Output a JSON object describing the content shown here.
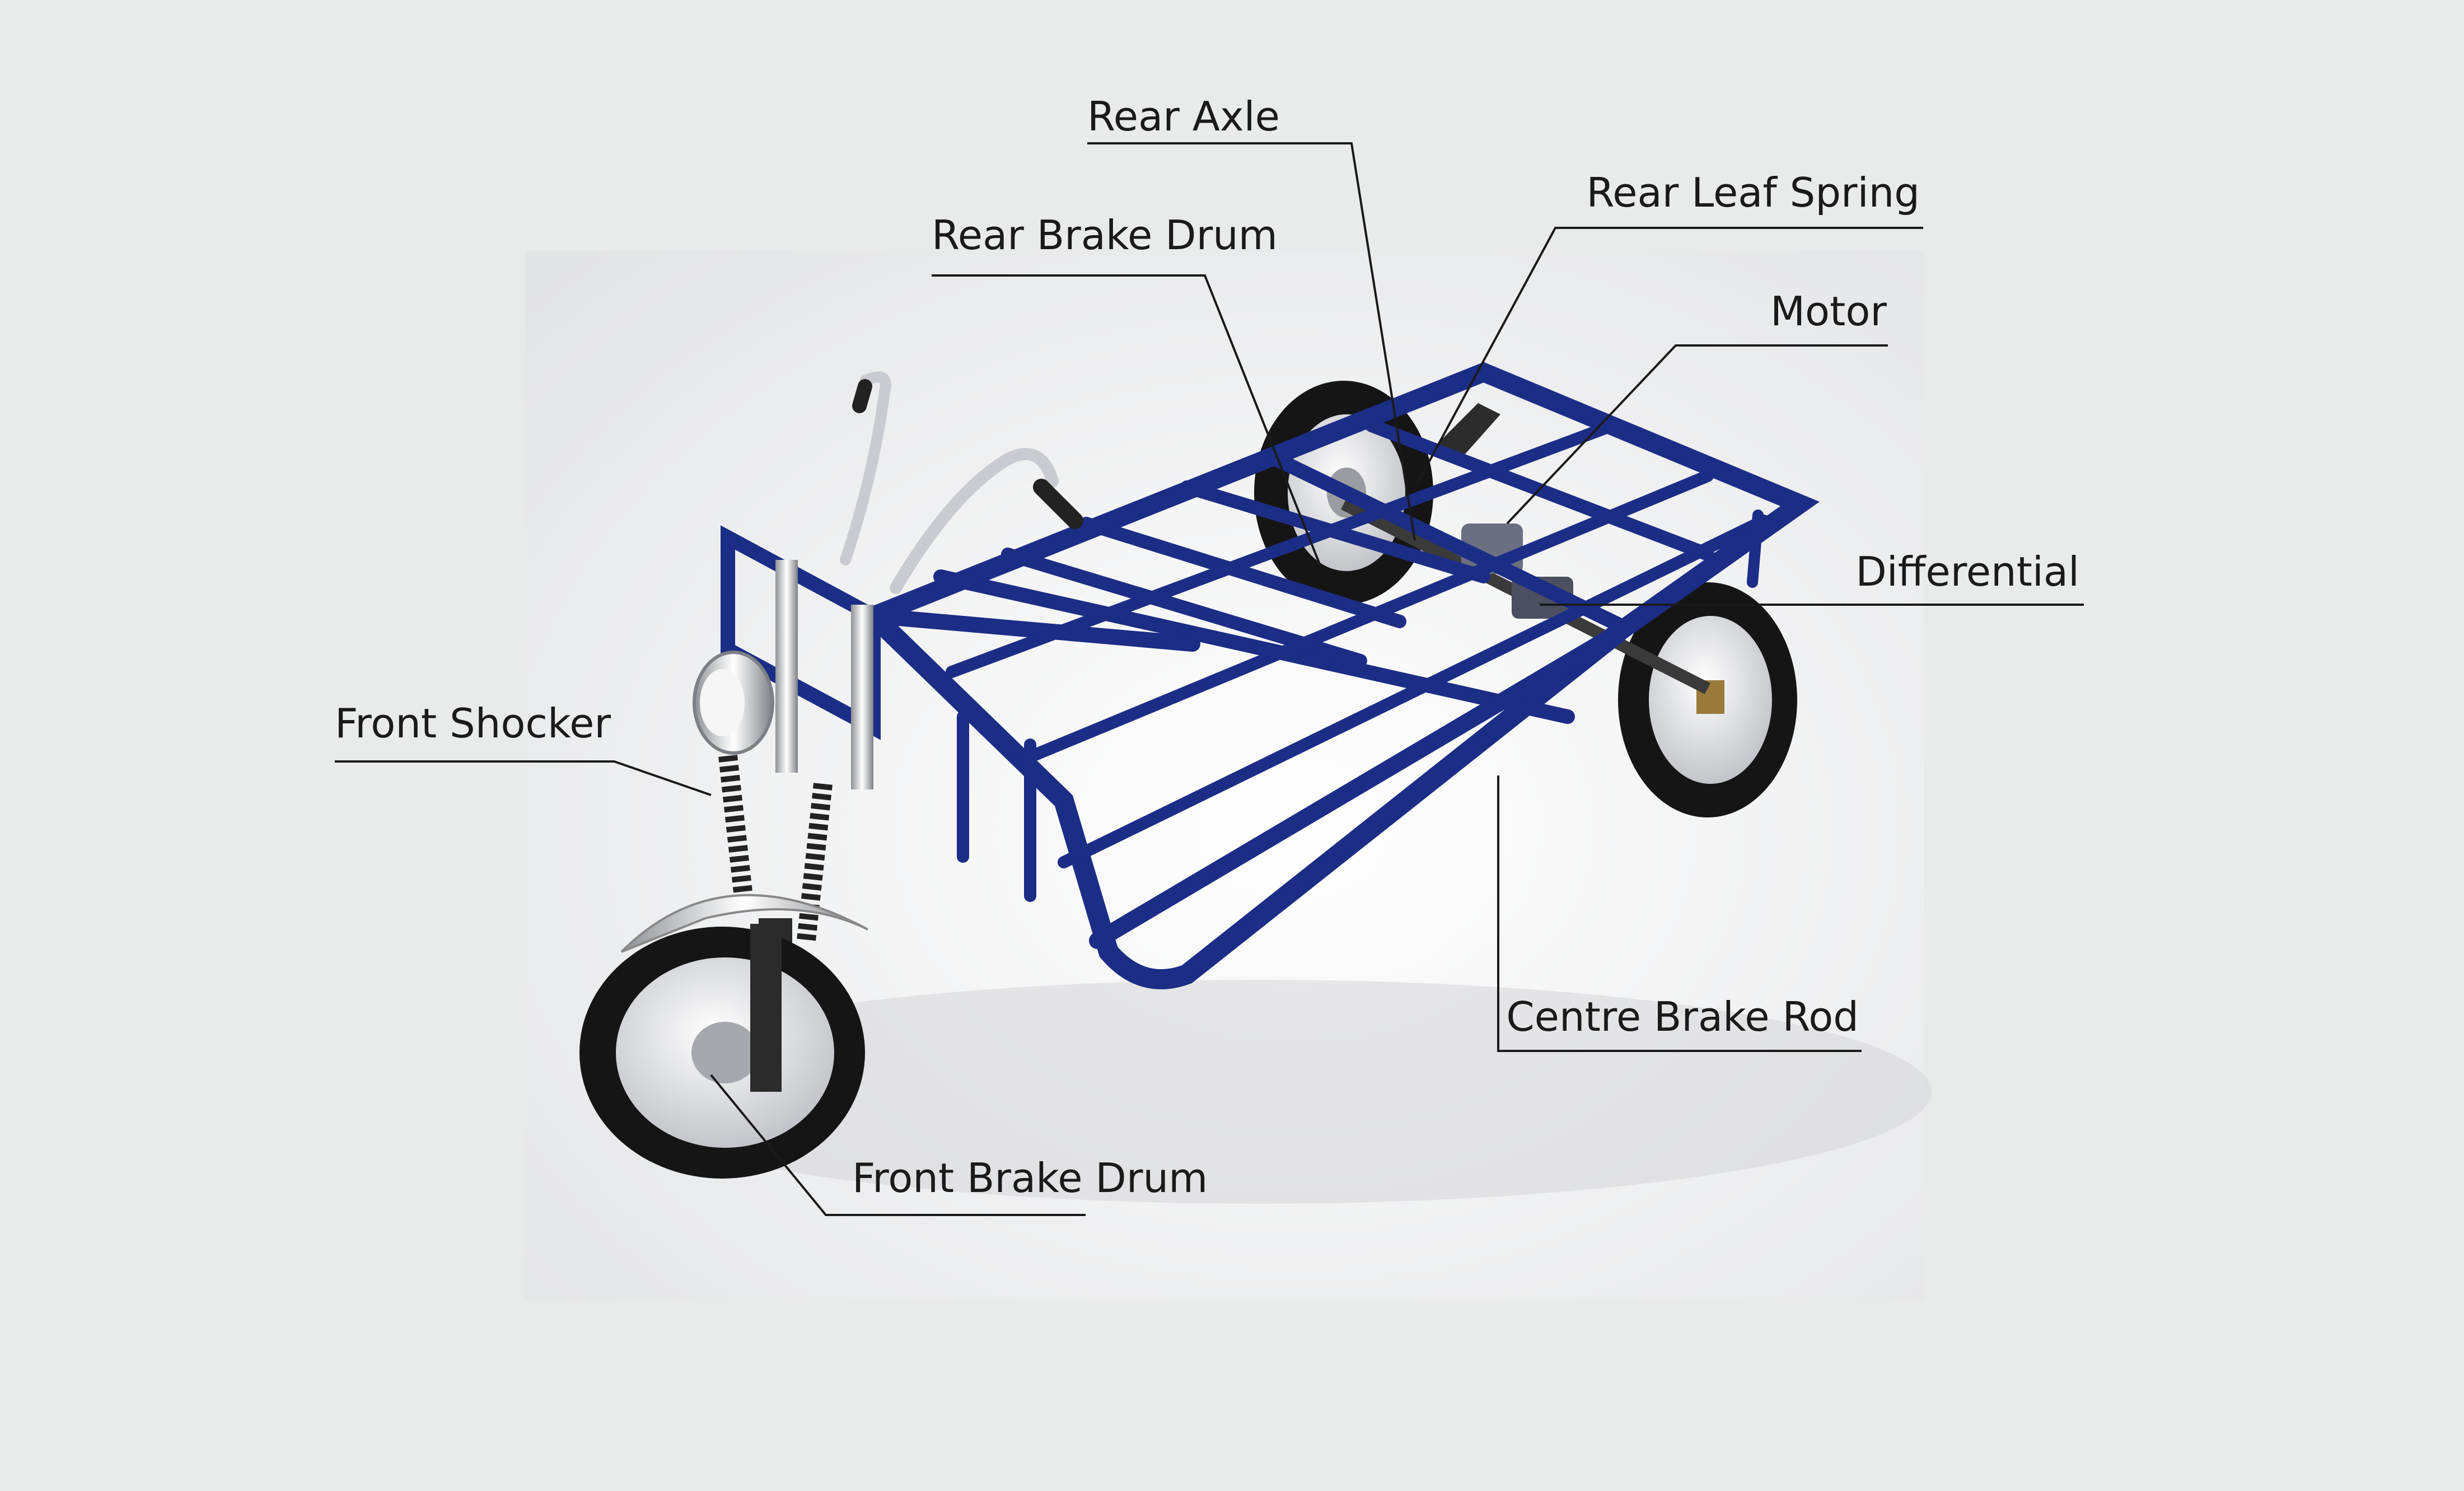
{
  "labels": {
    "rear_axle": "Rear Axle",
    "rear_leaf_spring": "Rear Leaf Spring",
    "rear_brake_drum": "Rear Brake Drum",
    "motor": "Motor",
    "differential": "Differential",
    "front_shocker": "Front Shocker",
    "centre_brake_rod": "Centre Brake Rod",
    "front_brake_drum": "Front Brake Drum"
  },
  "colors": {
    "page_background": "#e9eaea",
    "render_background": "#f3f3f3",
    "frame": "#1c2d86",
    "leader_line": "#1a1a1a",
    "tyre": "#151515",
    "hub": "#d9dadc"
  }
}
